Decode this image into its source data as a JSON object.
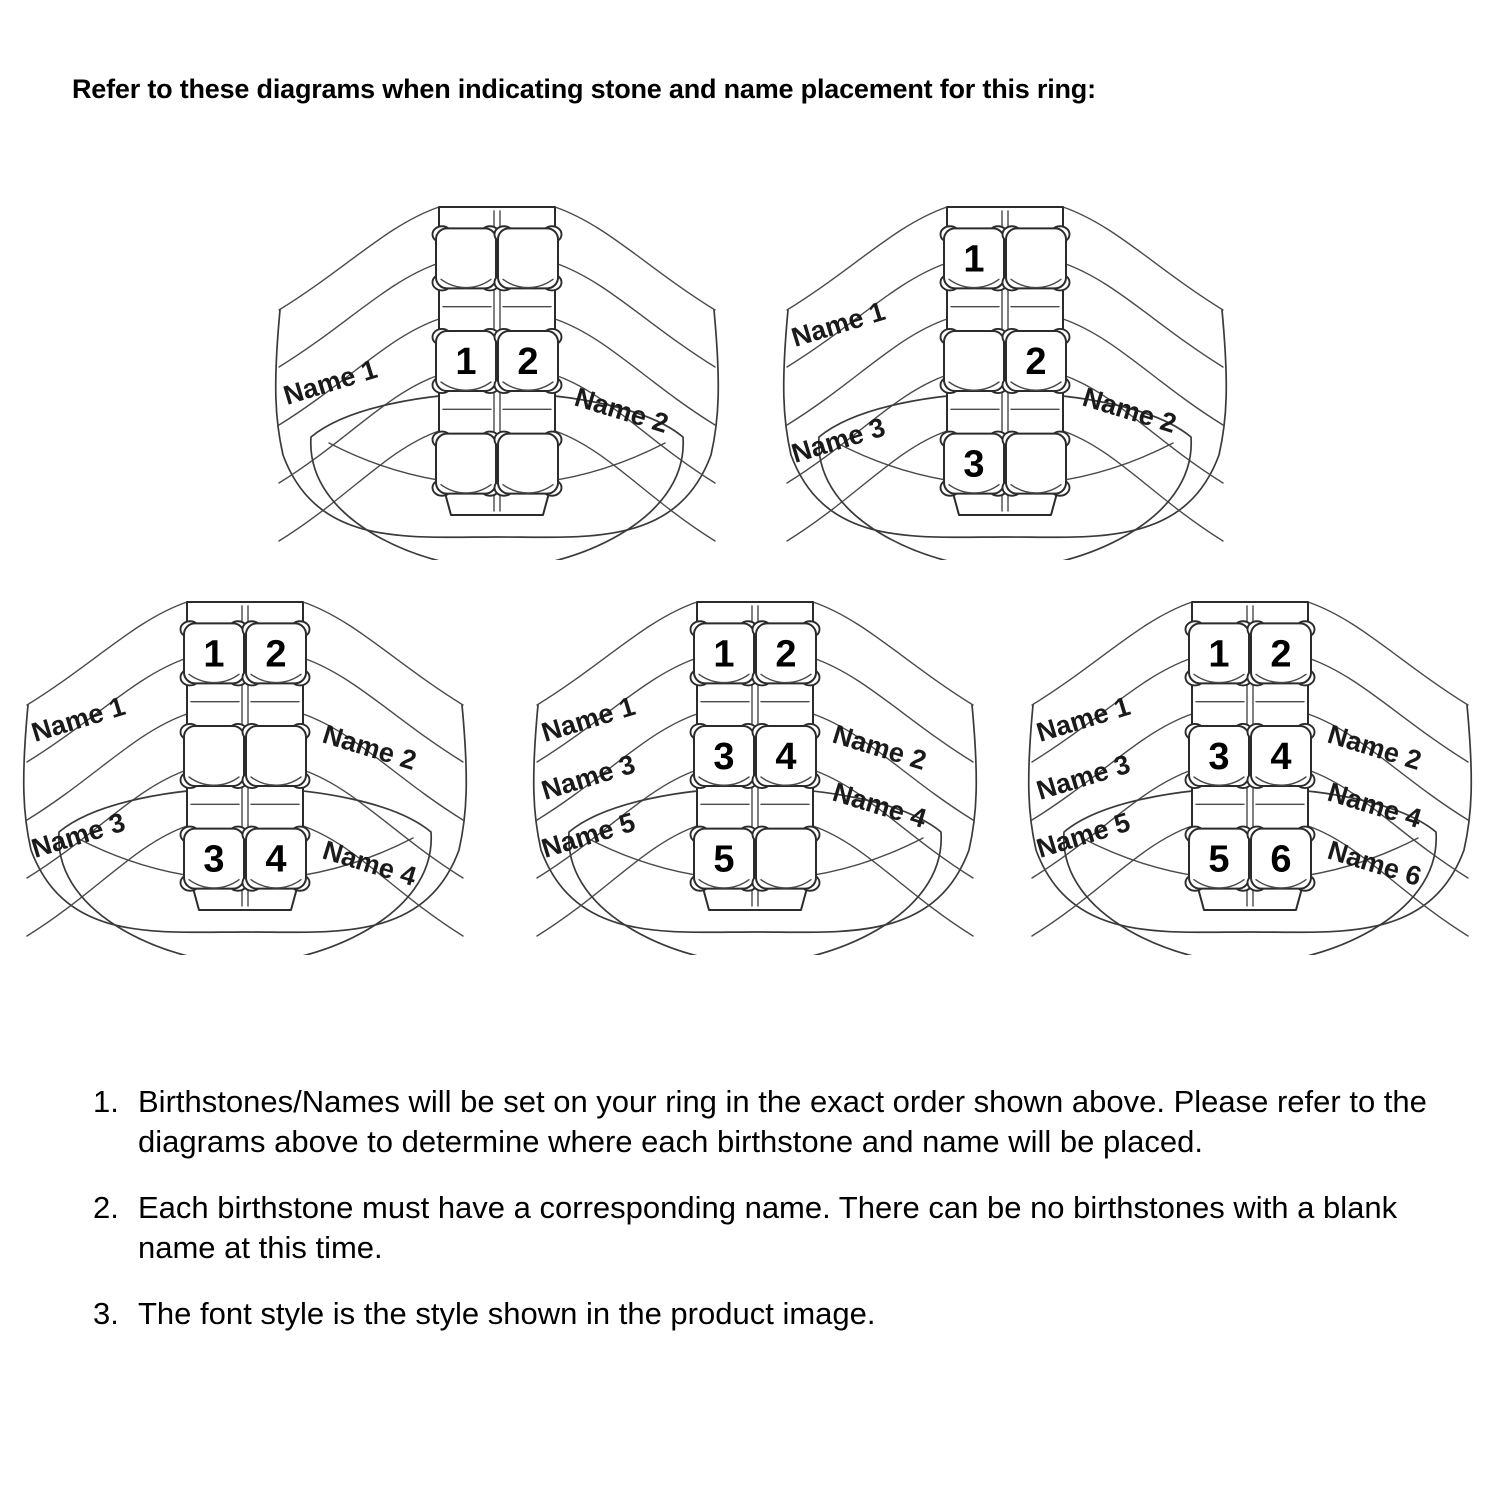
{
  "title": "Refer to these diagrams when indicating stone and name placement for this ring:",
  "diagrams": [
    {
      "id": "ring-2-stone",
      "stone_count": 2,
      "grid_rows": 3,
      "grid_cols": 2,
      "stones": [
        {
          "row": 1,
          "col": 1,
          "number": ""
        },
        {
          "row": 1,
          "col": 2,
          "number": ""
        },
        {
          "row": 2,
          "col": 1,
          "number": "1"
        },
        {
          "row": 2,
          "col": 2,
          "number": "2"
        },
        {
          "row": 3,
          "col": 1,
          "number": ""
        },
        {
          "row": 3,
          "col": 2,
          "number": ""
        }
      ],
      "labels_left": [
        {
          "text": "Name 1",
          "band": 2
        }
      ],
      "labels_right": [
        {
          "text": "Name 2",
          "band": 2
        }
      ]
    },
    {
      "id": "ring-3-stone",
      "stone_count": 3,
      "grid_rows": 3,
      "grid_cols": 2,
      "stones": [
        {
          "row": 1,
          "col": 1,
          "number": "1"
        },
        {
          "row": 1,
          "col": 2,
          "number": ""
        },
        {
          "row": 2,
          "col": 1,
          "number": ""
        },
        {
          "row": 2,
          "col": 2,
          "number": "2"
        },
        {
          "row": 3,
          "col": 1,
          "number": "3"
        },
        {
          "row": 3,
          "col": 2,
          "number": ""
        }
      ],
      "labels_left": [
        {
          "text": "Name 1",
          "band": 1
        },
        {
          "text": "Name 3",
          "band": 3
        }
      ],
      "labels_right": [
        {
          "text": "Name 2",
          "band": 2
        }
      ]
    },
    {
      "id": "ring-4-stone",
      "stone_count": 4,
      "grid_rows": 3,
      "grid_cols": 2,
      "stones": [
        {
          "row": 1,
          "col": 1,
          "number": "1"
        },
        {
          "row": 1,
          "col": 2,
          "number": "2"
        },
        {
          "row": 2,
          "col": 1,
          "number": ""
        },
        {
          "row": 2,
          "col": 2,
          "number": ""
        },
        {
          "row": 3,
          "col": 1,
          "number": "3"
        },
        {
          "row": 3,
          "col": 2,
          "number": "4"
        }
      ],
      "labels_left": [
        {
          "text": "Name 1",
          "band": 1
        },
        {
          "text": "Name 3",
          "band": 3
        }
      ],
      "labels_right": [
        {
          "text": "Name 2",
          "band": 1
        },
        {
          "text": "Name 4",
          "band": 3
        }
      ]
    },
    {
      "id": "ring-5-stone",
      "stone_count": 5,
      "grid_rows": 3,
      "grid_cols": 2,
      "stones": [
        {
          "row": 1,
          "col": 1,
          "number": "1"
        },
        {
          "row": 1,
          "col": 2,
          "number": "2"
        },
        {
          "row": 2,
          "col": 1,
          "number": "3"
        },
        {
          "row": 2,
          "col": 2,
          "number": "4"
        },
        {
          "row": 3,
          "col": 1,
          "number": "5"
        },
        {
          "row": 3,
          "col": 2,
          "number": ""
        }
      ],
      "labels_left": [
        {
          "text": "Name 1",
          "band": 1
        },
        {
          "text": "Name 3",
          "band": 2
        },
        {
          "text": "Name 5",
          "band": 3
        }
      ],
      "labels_right": [
        {
          "text": "Name 2",
          "band": 1
        },
        {
          "text": "Name 4",
          "band": 2
        }
      ]
    },
    {
      "id": "ring-6-stone",
      "stone_count": 6,
      "grid_rows": 3,
      "grid_cols": 2,
      "stones": [
        {
          "row": 1,
          "col": 1,
          "number": "1"
        },
        {
          "row": 1,
          "col": 2,
          "number": "2"
        },
        {
          "row": 2,
          "col": 1,
          "number": "3"
        },
        {
          "row": 2,
          "col": 2,
          "number": "4"
        },
        {
          "row": 3,
          "col": 1,
          "number": "5"
        },
        {
          "row": 3,
          "col": 2,
          "number": "6"
        }
      ],
      "labels_left": [
        {
          "text": "Name 1",
          "band": 1
        },
        {
          "text": "Name 3",
          "band": 2
        },
        {
          "text": "Name 5",
          "band": 3
        }
      ],
      "labels_right": [
        {
          "text": "Name 2",
          "band": 1
        },
        {
          "text": "Name 4",
          "band": 2
        },
        {
          "text": "Name 6",
          "band": 3
        }
      ]
    }
  ],
  "notes": [
    {
      "number": "1.",
      "text": "Birthstones/Names will be set on your ring in the exact order shown above. Please refer to the diagrams above to determine where each birthstone and name will be placed."
    },
    {
      "number": "2.",
      "text": "Each birthstone must have a corresponding name. There can be no birthstones with a blank name at this time."
    },
    {
      "number": "3.",
      "text": "The font style is the style shown in the product image."
    }
  ],
  "colors": {
    "background": "#ffffff",
    "outline": "#2b2b2b",
    "band_line": "#3a3a3a",
    "text": "#000000"
  }
}
